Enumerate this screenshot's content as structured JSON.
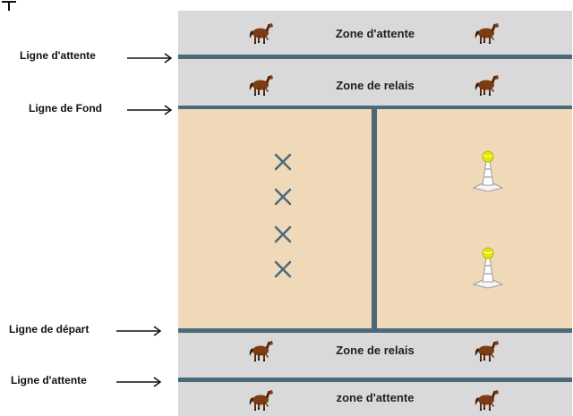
{
  "zones": {
    "top_waiting": "Zone d'attente",
    "top_relay": "Zone de relais",
    "bottom_relay": "Zone de relais",
    "bottom_waiting": "zone d'attente"
  },
  "lines": {
    "waiting_line_top": "Ligne d'attente",
    "back_line": "Ligne de Fond",
    "start_line": "Ligne de départ",
    "waiting_line_bottom": "Ligne d'attente"
  },
  "icons": {
    "horse": "horse-icon",
    "cross": "cross-icon",
    "cone": "cone-with-ball-icon"
  },
  "colors": {
    "zone_gray": "#d9d9d9",
    "field_sand": "#f0d9b8",
    "line_blue_gray": "#4a6a7a",
    "cross_color": "#4a6a7a",
    "ball_yellow": "#e6e600"
  }
}
